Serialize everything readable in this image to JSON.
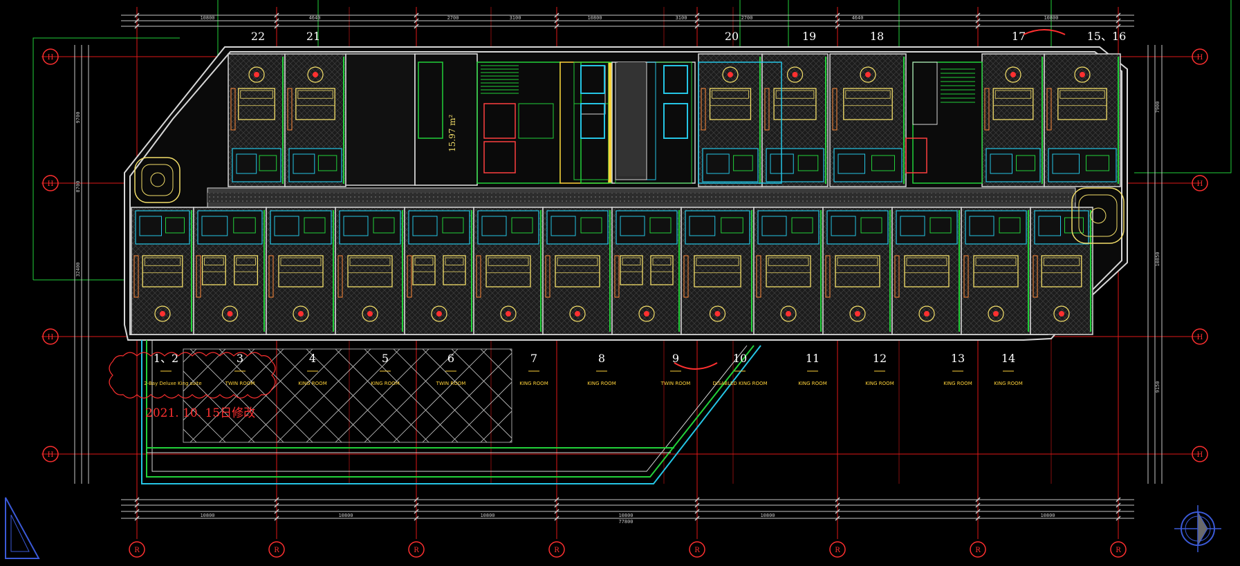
{
  "drawing": {
    "colors": {
      "background": "#000000",
      "grid_line": "#e01818",
      "wall": "#d8d8d8",
      "furniture": "#f5e06a",
      "fixture_cyan": "#25c6e6",
      "fixture_green": "#22d23a",
      "annotation_red": "#ff3030",
      "dimension": "#c8c8c8"
    },
    "axis_tags_vertical": [
      "H",
      "H",
      "H",
      "H",
      "H"
    ],
    "axis_tags_horizontal": [
      "R",
      "R",
      "R",
      "R",
      "R",
      "R",
      "R",
      "R",
      "R"
    ],
    "top_room_numbers": [
      "22",
      "21",
      "20",
      "19",
      "18",
      "17",
      "15、16"
    ],
    "bottom_room_numbers": [
      "1、2",
      "3",
      "4",
      "5",
      "6",
      "7",
      "8",
      "9",
      "10",
      "11",
      "12",
      "13",
      "14"
    ],
    "room_types": [
      "2-Bay Deluxe King suite",
      "TWIN ROOM",
      "KING ROOM",
      "KING ROOM",
      "TWIN ROOM",
      "KING ROOM",
      "KING ROOM",
      "TWIN ROOM",
      "DISABLED KING ROOM",
      "KING ROOM",
      "KING ROOM",
      "KING ROOM",
      "KING ROOM"
    ],
    "revision_note": "2021. 10. 15日修改",
    "area_label": "15.97 m²",
    "top_dimensions": [
      "10800",
      "4640",
      "2700",
      "3100",
      "10800",
      "3100",
      "2700",
      "4640",
      "10800"
    ],
    "bottom_dimensions": [
      "10800",
      "10800",
      "10800",
      "10800",
      "10800",
      "10800"
    ],
    "bottom_total": "77800",
    "left_dimensions": [
      "9700",
      "8700",
      "32400"
    ],
    "right_dimensions": [
      "7900",
      "10850",
      "9150"
    ]
  }
}
